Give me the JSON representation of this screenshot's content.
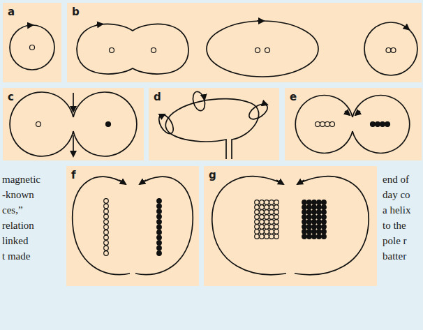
{
  "diagram": {
    "labels": [
      "a",
      "b",
      "c",
      "d",
      "e",
      "f",
      "g",
      "magnetic",
      "-known",
      "ces,”",
      "relation",
      "linked",
      "t made",
      "end of",
      "day co",
      "a helix",
      "to the",
      "pole r",
      "batter"
    ]
  }
}
